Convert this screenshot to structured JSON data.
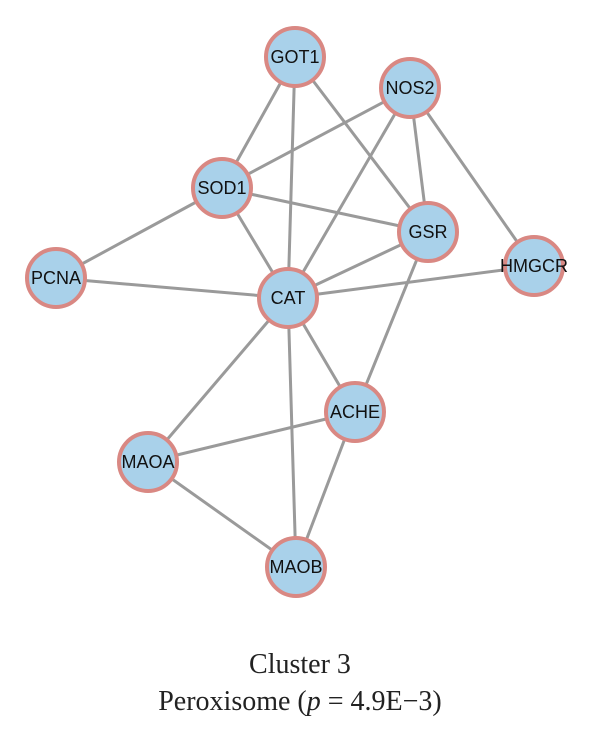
{
  "colors": {
    "node_fill": "#a9d1ea",
    "node_stroke": "#d98883",
    "edge": "#9a9a9a"
  },
  "nodes": [
    {
      "id": "GOT1",
      "label": "GOT1"
    },
    {
      "id": "NOS2",
      "label": "NOS2"
    },
    {
      "id": "SOD1",
      "label": "SOD1"
    },
    {
      "id": "GSR",
      "label": "GSR"
    },
    {
      "id": "PCNA",
      "label": "PCNA"
    },
    {
      "id": "HMGCR",
      "label": "HMGCR"
    },
    {
      "id": "CAT",
      "label": "CAT"
    },
    {
      "id": "ACHE",
      "label": "ACHE"
    },
    {
      "id": "MAOA",
      "label": "MAOA"
    },
    {
      "id": "MAOB",
      "label": "MAOB"
    }
  ],
  "edges": [
    [
      "GOT1",
      "SOD1"
    ],
    [
      "GOT1",
      "CAT"
    ],
    [
      "GOT1",
      "GSR"
    ],
    [
      "NOS2",
      "SOD1"
    ],
    [
      "NOS2",
      "CAT"
    ],
    [
      "NOS2",
      "GSR"
    ],
    [
      "NOS2",
      "HMGCR"
    ],
    [
      "SOD1",
      "PCNA"
    ],
    [
      "SOD1",
      "GSR"
    ],
    [
      "SOD1",
      "CAT"
    ],
    [
      "PCNA",
      "CAT"
    ],
    [
      "GSR",
      "CAT"
    ],
    [
      "GSR",
      "ACHE"
    ],
    [
      "CAT",
      "HMGCR"
    ],
    [
      "CAT",
      "ACHE"
    ],
    [
      "CAT",
      "MAOA"
    ],
    [
      "CAT",
      "MAOB"
    ],
    [
      "ACHE",
      "MAOA"
    ],
    [
      "ACHE",
      "MAOB"
    ],
    [
      "MAOA",
      "MAOB"
    ]
  ],
  "caption": {
    "title": "Cluster 3",
    "subtitle_prefix": "Peroxisome (",
    "subtitle_italic": "p",
    "subtitle_suffix": " = 4.9E−3)"
  }
}
